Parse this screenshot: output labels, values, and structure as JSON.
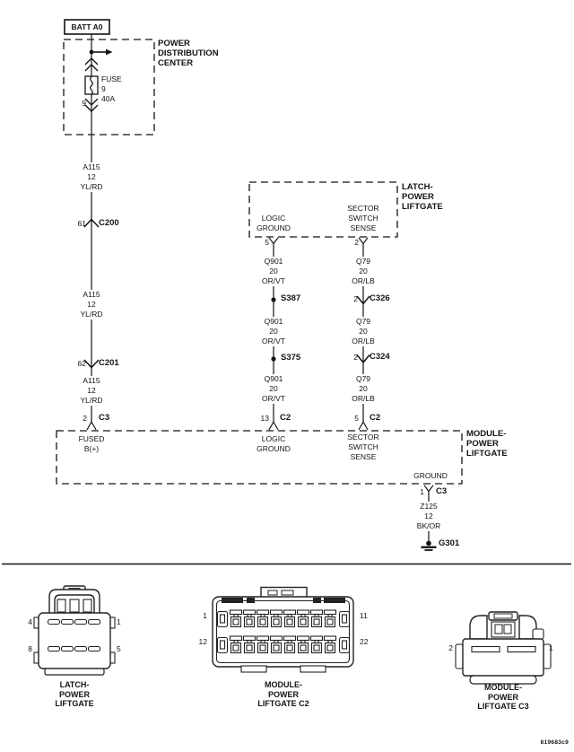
{
  "doc_id": "819683c9",
  "battery": {
    "label": "BATT A0"
  },
  "pdc": {
    "name_lines": [
      "POWER",
      "DISTRIBUTION",
      "CENTER"
    ],
    "fuse": {
      "label": "FUSE",
      "number": "9",
      "rating": "40A"
    },
    "exit_pin": "9"
  },
  "wires": {
    "a115_1": {
      "lines": [
        "A115",
        "12",
        "YL/RD"
      ]
    },
    "a115_2": {
      "lines": [
        "A115",
        "12",
        "YL/RD"
      ]
    },
    "a115_3": {
      "lines": [
        "A115",
        "12",
        "YL/RD"
      ]
    },
    "q901_1": {
      "lines": [
        "Q901",
        "20",
        "OR/VT"
      ]
    },
    "q901_2": {
      "lines": [
        "Q901",
        "20",
        "OR/VT"
      ]
    },
    "q901_3": {
      "lines": [
        "Q901",
        "20",
        "OR/VT"
      ]
    },
    "q79_1": {
      "lines": [
        "Q79",
        "20",
        "OR/LB"
      ]
    },
    "q79_2": {
      "lines": [
        "Q79",
        "20",
        "OR/LB"
      ]
    },
    "q79_3": {
      "lines": [
        "Q79",
        "20",
        "OR/LB"
      ]
    },
    "z125": {
      "lines": [
        "Z125",
        "12",
        "BK/OR"
      ]
    }
  },
  "connectors": {
    "c200": {
      "pin": "61",
      "name": "C200"
    },
    "c201": {
      "pin": "62",
      "name": "C201"
    },
    "c3_fused": {
      "pin": "2",
      "name": "C3"
    },
    "c2_logic": {
      "pin": "13",
      "name": "C2"
    },
    "c2_sector": {
      "pin": "5",
      "name": "C2"
    },
    "c326": {
      "pin": "2",
      "name": "C326"
    },
    "c324": {
      "pin": "2",
      "name": "C324"
    },
    "c3_ground": {
      "pin": "1",
      "name": "C3"
    }
  },
  "splices": {
    "s387": "S387",
    "s375": "S375"
  },
  "ground": {
    "name": "G301"
  },
  "latch": {
    "name_lines": [
      "LATCH-",
      "POWER",
      "LIFTGATE"
    ],
    "logic_lines": [
      "LOGIC",
      "GROUND"
    ],
    "sector_lines": [
      "SECTOR",
      "SWITCH",
      "SENSE"
    ],
    "pin_logic": "5",
    "pin_sector": "2"
  },
  "module": {
    "name_lines": [
      "MODULE-",
      "POWER",
      "LIFTGATE"
    ],
    "fused_lines": [
      "FUSED",
      "B(+)"
    ],
    "logic_lines": [
      "LOGIC",
      "GROUND"
    ],
    "sector_lines": [
      "SECTOR",
      "SWITCH",
      "SENSE"
    ],
    "ground_label": "GROUND"
  },
  "views": {
    "latch": {
      "caption": [
        "LATCH-",
        "POWER",
        "LIFTGATE"
      ],
      "pin_tl": "4",
      "pin_tr": "1",
      "pin_bl": "8",
      "pin_br": "5"
    },
    "c2": {
      "caption": [
        "MODULE-",
        "POWER",
        "LIFTGATE C2"
      ],
      "pin_tl": "1",
      "pin_tr": "11",
      "pin_bl": "12",
      "pin_br": "22"
    },
    "c3": {
      "caption": [
        "MODULE-",
        "POWER",
        "LIFTGATE C3"
      ],
      "pin_l": "2",
      "pin_r": "1"
    }
  }
}
